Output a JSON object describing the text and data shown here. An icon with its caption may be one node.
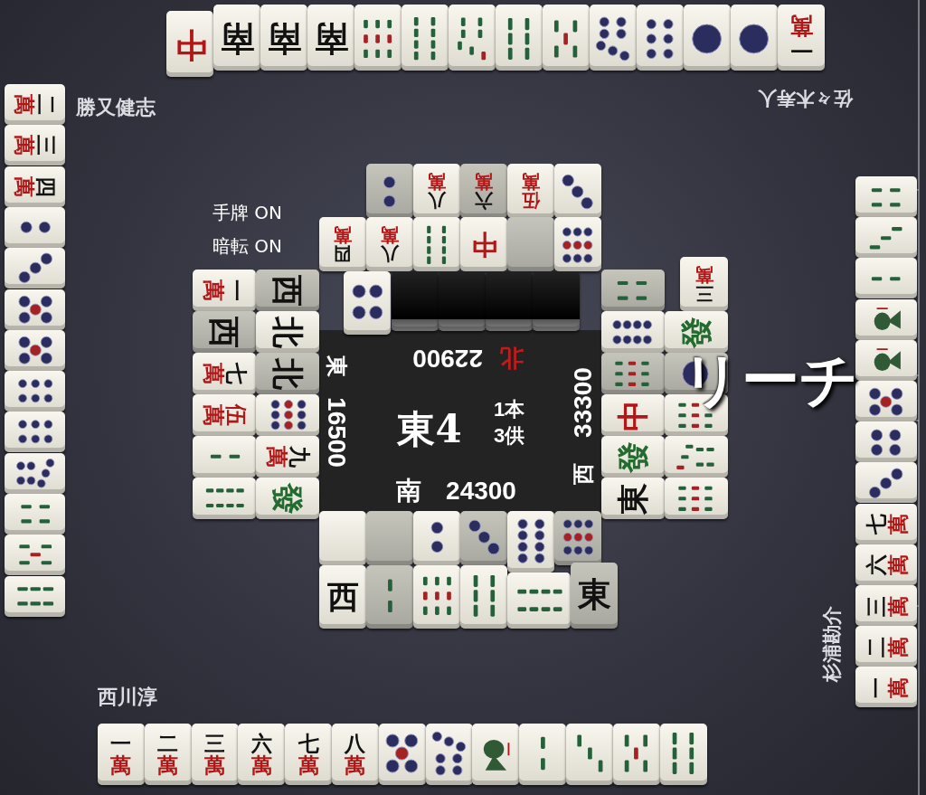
{
  "diagram": {
    "nodes": [
      {
        "text": [
          "中"
        ]
      },
      {
        "text": [
          "南"
        ]
      },
      {
        "text": [
          "南"
        ]
      },
      {
        "text": [
          "南"
        ]
      },
      {
        "text": [],
        "shape": "picture"
      },
      {
        "text": [],
        "shape": "picture"
      },
      {
        "text": [],
        "shape": "picture"
      },
      {
        "text": [],
        "shape": "picture"
      },
      {
        "text": [],
        "shape": "picture"
      },
      {
        "text": [],
        "shape": "picture"
      },
      {
        "text": [],
        "shape": "picture"
      },
      {
        "text": [],
        "shape": "picture"
      },
      {
        "text": [],
        "shape": "picture"
      },
      {
        "text": [
          "一萬"
        ]
      },
      {
        "text": [
          "二萬"
        ]
      },
      {
        "text": [
          "三萬"
        ]
      },
      {
        "text": [
          "四萬"
        ]
      },
      {
        "text": [],
        "shape": "picture"
      },
      {
        "text": [],
        "shape": "picture"
      },
      {
        "text": [],
        "shape": "picture"
      },
      {
        "text": [],
        "shape": "picture"
      },
      {
        "text": [],
        "shape": "picture"
      },
      {
        "text": [],
        "shape": "picture"
      },
      {
        "text": [],
        "shape": "picture"
      },
      {
        "text": [],
        "shape": "picture"
      },
      {
        "text": [],
        "shape": "picture"
      },
      {
        "text": [],
        "shape": "picture"
      },
      {
        "text": [],
        "shape": "picture"
      },
      {
        "text": [],
        "shape": "picture"
      },
      {
        "text": [],
        "shape": "picture"
      },
      {
        "text": [],
        "shape": "picture"
      },
      {
        "text": [],
        "shape": "picture"
      },
      {
        "text": [],
        "shape": "picture"
      },
      {
        "text": [],
        "shape": "picture"
      },
      {
        "text": [],
        "shape": "picture"
      },
      {
        "text": [
          "七萬"
        ]
      },
      {
        "text": [
          "六萬"
        ]
      },
      {
        "text": [
          "三萬"
        ]
      },
      {
        "text": [
          "二萬"
        ]
      },
      {
        "text": [
          "一萬"
        ]
      },
      {
        "text": [
          "一萬"
        ]
      },
      {
        "text": [
          "二萬"
        ]
      },
      {
        "text": [
          "三萬"
        ]
      },
      {
        "text": [
          "六萬"
        ]
      },
      {
        "text": [
          "七萬"
        ]
      },
      {
        "text": [
          "八萬"
        ]
      },
      {
        "text": [],
        "shape": "picture"
      },
      {
        "text": [],
        "shape": "picture"
      },
      {
        "text": [],
        "shape": "picture"
      },
      {
        "text": [],
        "shape": "picture"
      },
      {
        "text": [],
        "shape": "picture"
      },
      {
        "text": [],
        "shape": "picture"
      },
      {
        "text": [],
        "shape": "picture"
      },
      {
        "text": [],
        "shape": "picture"
      },
      {
        "text": [
          "八萬"
        ]
      },
      {
        "text": [
          "六萬"
        ]
      },
      {
        "text": [
          "伍萬"
        ]
      },
      {
        "text": [],
        "shape": "picture"
      },
      {
        "text": [
          "四萬"
        ]
      },
      {
        "text": [
          "八萬"
        ]
      },
      {
        "text": [],
        "shape": "picture"
      },
      {
        "text": [
          "中"
        ]
      },
      {
        "text": [],
        "shape": "box"
      },
      {
        "text": [],
        "shape": "picture"
      },
      {
        "text": [],
        "shape": "picture"
      },
      {
        "text": [],
        "shape": "box"
      },
      {
        "text": [],
        "shape": "box"
      },
      {
        "text": [],
        "shape": "box"
      },
      {
        "text": [],
        "shape": "box"
      },
      {
        "text": [
          "一萬"
        ]
      },
      {
        "text": [
          "西"
        ]
      },
      {
        "text": [
          "七萬"
        ]
      },
      {
        "text": [
          "伍萬"
        ]
      },
      {
        "text": [],
        "shape": "picture"
      },
      {
        "text": [],
        "shape": "picture"
      },
      {
        "text": [
          "西"
        ]
      },
      {
        "text": [
          "北"
        ]
      },
      {
        "text": [
          "北"
        ]
      },
      {
        "text": [],
        "shape": "picture"
      },
      {
        "text": [
          "九萬"
        ]
      },
      {
        "text": [
          "發"
        ]
      },
      {
        "text": [],
        "shape": "picture"
      },
      {
        "text": [],
        "shape": "picture"
      },
      {
        "text": [],
        "shape": "picture"
      },
      {
        "text": [
          "中"
        ]
      },
      {
        "text": [
          "發"
        ]
      },
      {
        "text": [
          "東"
        ]
      },
      {
        "text": [
          "三萬"
        ]
      },
      {
        "text": [
          "發"
        ]
      },
      {
        "text": [],
        "shape": "picture"
      },
      {
        "text": [],
        "shape": "picture"
      },
      {
        "text": [],
        "shape": "picture"
      },
      {
        "text": [],
        "shape": "picture"
      },
      {
        "text": [],
        "shape": "box"
      },
      {
        "text": [],
        "shape": "box"
      },
      {
        "text": [],
        "shape": "picture"
      },
      {
        "text": [],
        "shape": "picture"
      },
      {
        "text": [],
        "shape": "picture"
      },
      {
        "text": [],
        "shape": "picture"
      },
      {
        "text": [
          "西"
        ]
      },
      {
        "text": [],
        "shape": "picture"
      },
      {
        "text": [],
        "shape": "picture"
      },
      {
        "text": [],
        "shape": "picture"
      },
      {
        "text": [],
        "shape": "picture"
      },
      {
        "text": [
          "東"
        ]
      },
      {
        "text": [
          "東4",
          "1本",
          "3供",
          "南",
          "24300",
          "東",
          "16500",
          "西",
          "33300",
          "北",
          "22900"
        ]
      }
    ],
    "labels": [
      "佐々木寿人",
      "勝又健志",
      "手牌 ON",
      "暗転 ON",
      "リーチ",
      "杉浦勘介",
      "西川淳"
    ]
  }
}
